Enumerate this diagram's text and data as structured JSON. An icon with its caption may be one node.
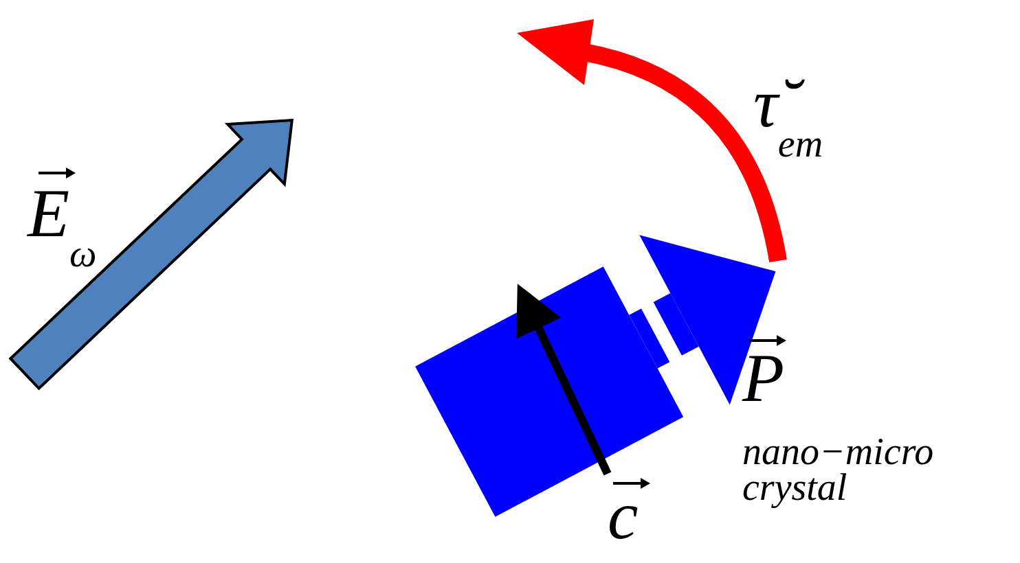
{
  "diagram": {
    "labels": [
      "E$_{ω}$",
      "τ̆$_{em}$",
      "P$_{nano−micro crystal}$",
      "c"
    ]
  }
}
